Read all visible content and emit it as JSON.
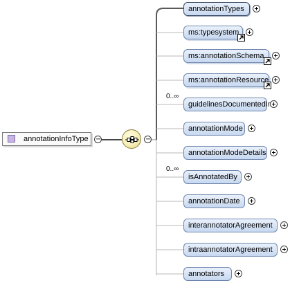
{
  "root": {
    "name": "annotationInfoType"
  },
  "compositor": {
    "kind": "sequence"
  },
  "children": [
    {
      "name": "annotationTypes",
      "cardinality": "",
      "ref": false
    },
    {
      "name": "ms:typesystem",
      "cardinality": "",
      "ref": true
    },
    {
      "name": "ms:annotationSchema",
      "cardinality": "",
      "ref": true
    },
    {
      "name": "ms:annotationResource",
      "cardinality": "",
      "ref": true
    },
    {
      "name": "guidelinesDocumentedIn",
      "cardinality": "0..∞",
      "ref": false
    },
    {
      "name": "annotationMode",
      "cardinality": "",
      "ref": false
    },
    {
      "name": "annotationModeDetails",
      "cardinality": "",
      "ref": false
    },
    {
      "name": "isAnnotatedBy",
      "cardinality": "0..∞",
      "ref": false
    },
    {
      "name": "annotationDate",
      "cardinality": "",
      "ref": false
    },
    {
      "name": "interannotatorAgreement",
      "cardinality": "",
      "ref": false
    },
    {
      "name": "intraannotatorAgreement",
      "cardinality": "",
      "ref": false
    },
    {
      "name": "annotators",
      "cardinality": "",
      "ref": false
    }
  ]
}
